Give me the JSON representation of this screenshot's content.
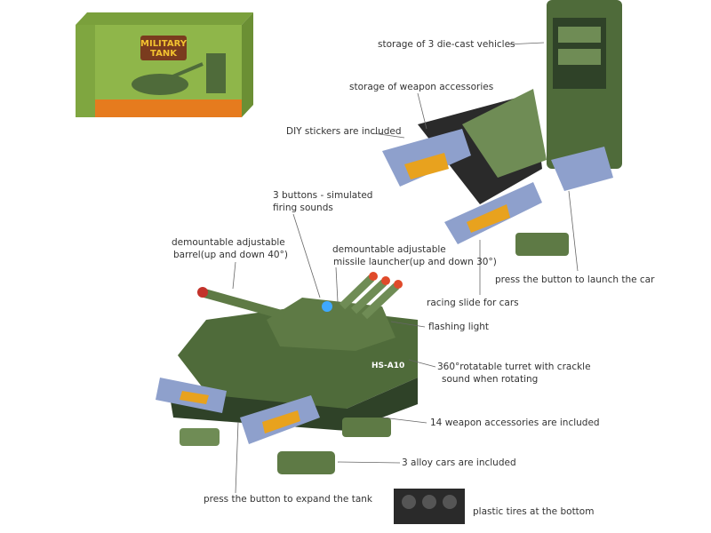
{
  "product_box": {
    "logo_line1": "MILITARY",
    "logo_line2": "TANK"
  },
  "tank_markings": {
    "hull_code": "HS-A10"
  },
  "colors": {
    "tank_green": "#4f6b3a",
    "tank_dark": "#2f4228",
    "ramp_blue": "#8ea0cc",
    "chevron": "#e8a21e",
    "box_green": "#8fb64a",
    "missile_tip": "#e04a2a",
    "text": "#333333"
  },
  "annotations": {
    "storage_vehicles": "storage of  3 die-cast vehicles",
    "storage_weapons": "storage of weapon accessories",
    "diy_stickers": "DIY stickers are included",
    "buttons_line1": "3 buttons - simulated",
    "buttons_line2": "firing sounds",
    "barrel_line1": "demountable adjustable",
    "barrel_line2": "barrel(up and down 40°)",
    "missile_line1": "demountable adjustable",
    "missile_line2": "missile launcher(up and down 30°)",
    "launch_car": "press the button to launch the car",
    "racing_slide": "racing slide for cars",
    "flashing_light": "flashing light",
    "turret_line1": "360°rotatable turret with crackle",
    "turret_line2": "sound when rotating",
    "weapon_accessories": "14 weapon accessories are included",
    "alloy_cars": "3 alloy cars are included",
    "expand_tank": "press the button to expand the tank",
    "plastic_tires": "plastic tires at the bottom"
  }
}
